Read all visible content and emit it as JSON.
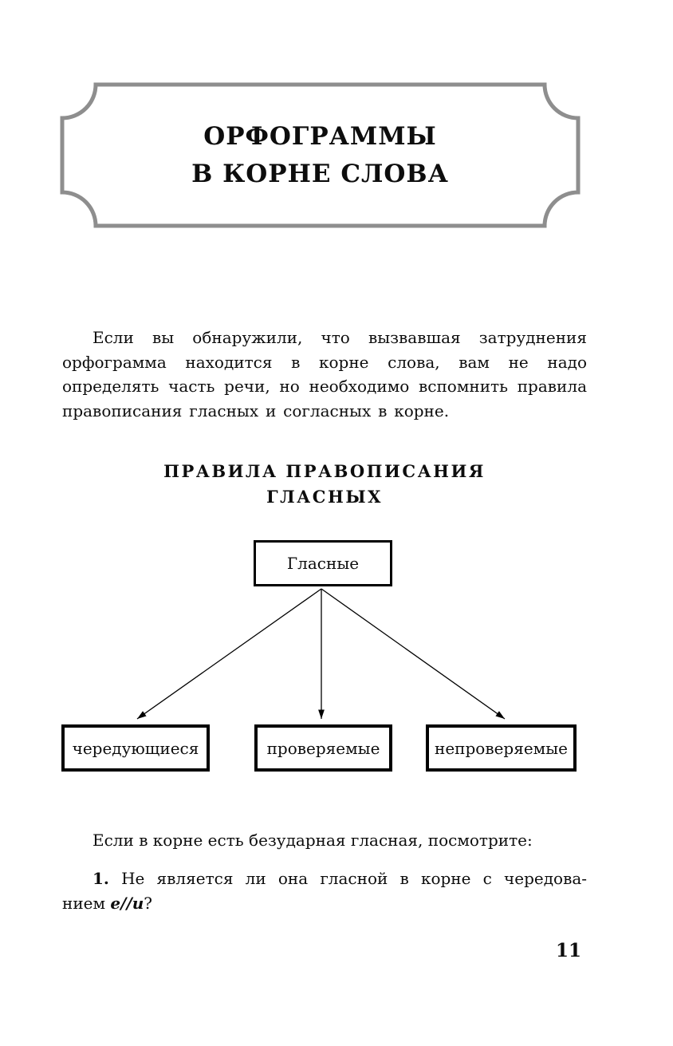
{
  "banner": {
    "title_lines": [
      "ОРФОГРАММЫ",
      "В КОРНЕ СЛОВА"
    ],
    "border_color": "#8e8e8e"
  },
  "intro_paragraph": "Если вы обнаружили, что вызвавшая затруднения орфограмма находится в корне слова, вам не надо определять часть речи, но необходимо вспомнить правила правописания гласных и согласных в корне.",
  "section_heading_lines": [
    "ПРАВИЛА ПРАВОПИСАНИЯ",
    "ГЛАСНЫХ"
  ],
  "diagram": {
    "root": "Гласные",
    "children": [
      "чередующиеся",
      "проверяемые",
      "непроверяемые"
    ],
    "line_color": "#000000"
  },
  "check_intro": "Если в корне есть безударная гласная, посмотрите:",
  "item1": {
    "number": "1.",
    "line1": "Не является ли она гласной в корне с чередова-",
    "line2_prefix": "нием ",
    "line2_emphasis": "е//и",
    "line2_suffix": "?"
  },
  "page": {
    "number": "11"
  }
}
